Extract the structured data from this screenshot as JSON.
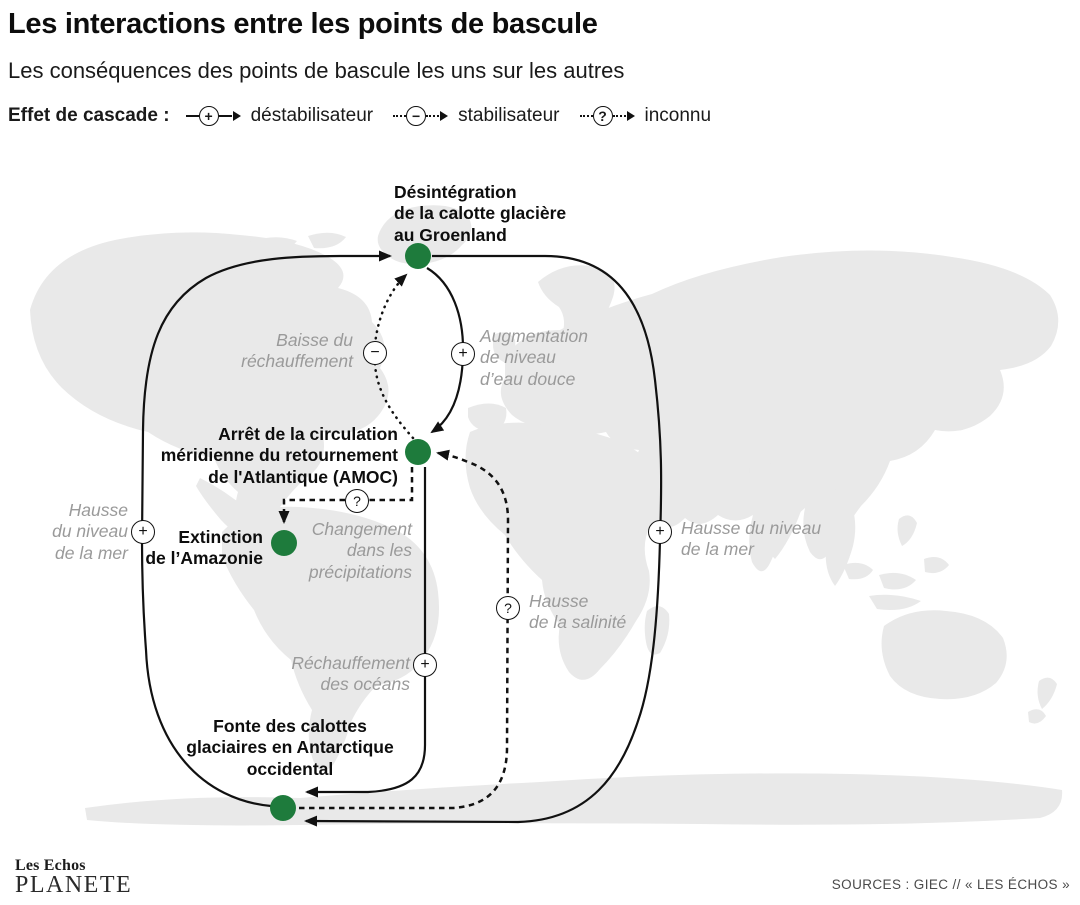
{
  "header": {
    "title": "Les interactions entre les points de bascule",
    "subtitle": "Les conséquences des points de bascule les uns sur les autres",
    "legend": {
      "label": "Effet de cascade :",
      "items": [
        {
          "symbol": "+",
          "label": "déstabilisateur",
          "line": "solid"
        },
        {
          "symbol": "−",
          "label": "stabilisateur",
          "line": "dotted"
        },
        {
          "symbol": "?",
          "label": "inconnu",
          "line": "dotted"
        }
      ]
    }
  },
  "diagram": {
    "nodes": [
      {
        "id": "groenland",
        "label": "Désintégration\nde la calotte glacière\nau Groenland"
      },
      {
        "id": "amoc",
        "label": "Arrêt de la circulation\nméridienne du retournement\nde l'Atlantique (AMOC)"
      },
      {
        "id": "amazonie",
        "label": "Extinction\nde l’Amazonie"
      },
      {
        "id": "antarctique",
        "label": "Fonte des calottes\nglaciaires en Antarctique\noccidental"
      }
    ],
    "edges": [
      {
        "from": "antarctique",
        "to": "groenland",
        "effect": "déstabilisateur",
        "symbol": "+",
        "label": "Hausse\ndu niveau\nde la mer"
      },
      {
        "from": "groenland",
        "to": "amoc",
        "effect": "déstabilisateur",
        "symbol": "+",
        "label": "Augmentation\nde niveau\nd’eau douce"
      },
      {
        "from": "amoc",
        "to": "groenland",
        "effect": "stabilisateur",
        "symbol": "−",
        "label": "Baisse du\nréchauffement"
      },
      {
        "from": "amoc",
        "to": "amazonie",
        "effect": "inconnu",
        "symbol": "?",
        "label": "Changement\ndans les\nprécipitations"
      },
      {
        "from": "groenland",
        "to": "antarctique",
        "effect": "déstabilisateur",
        "symbol": "+",
        "label": "Hausse du niveau\nde la mer"
      },
      {
        "from": "antarctique",
        "to": "amoc",
        "effect": "inconnu",
        "symbol": "?",
        "label": "Hausse\nde la salinité"
      },
      {
        "from": "amoc",
        "to": "antarctique",
        "effect": "déstabilisateur",
        "symbol": "+",
        "label": "Réchauffement\ndes océans"
      }
    ]
  },
  "footer": {
    "brand_line1": "Les Echos",
    "brand_line2": "PLANETE",
    "sources": "SOURCES : GIEC // « LES ÉCHOS »"
  },
  "colors": {
    "node_green": "#1e7b3c",
    "map_gray": "#e9e9e9",
    "line": "#111111",
    "muted_text": "#9a9a9a"
  }
}
